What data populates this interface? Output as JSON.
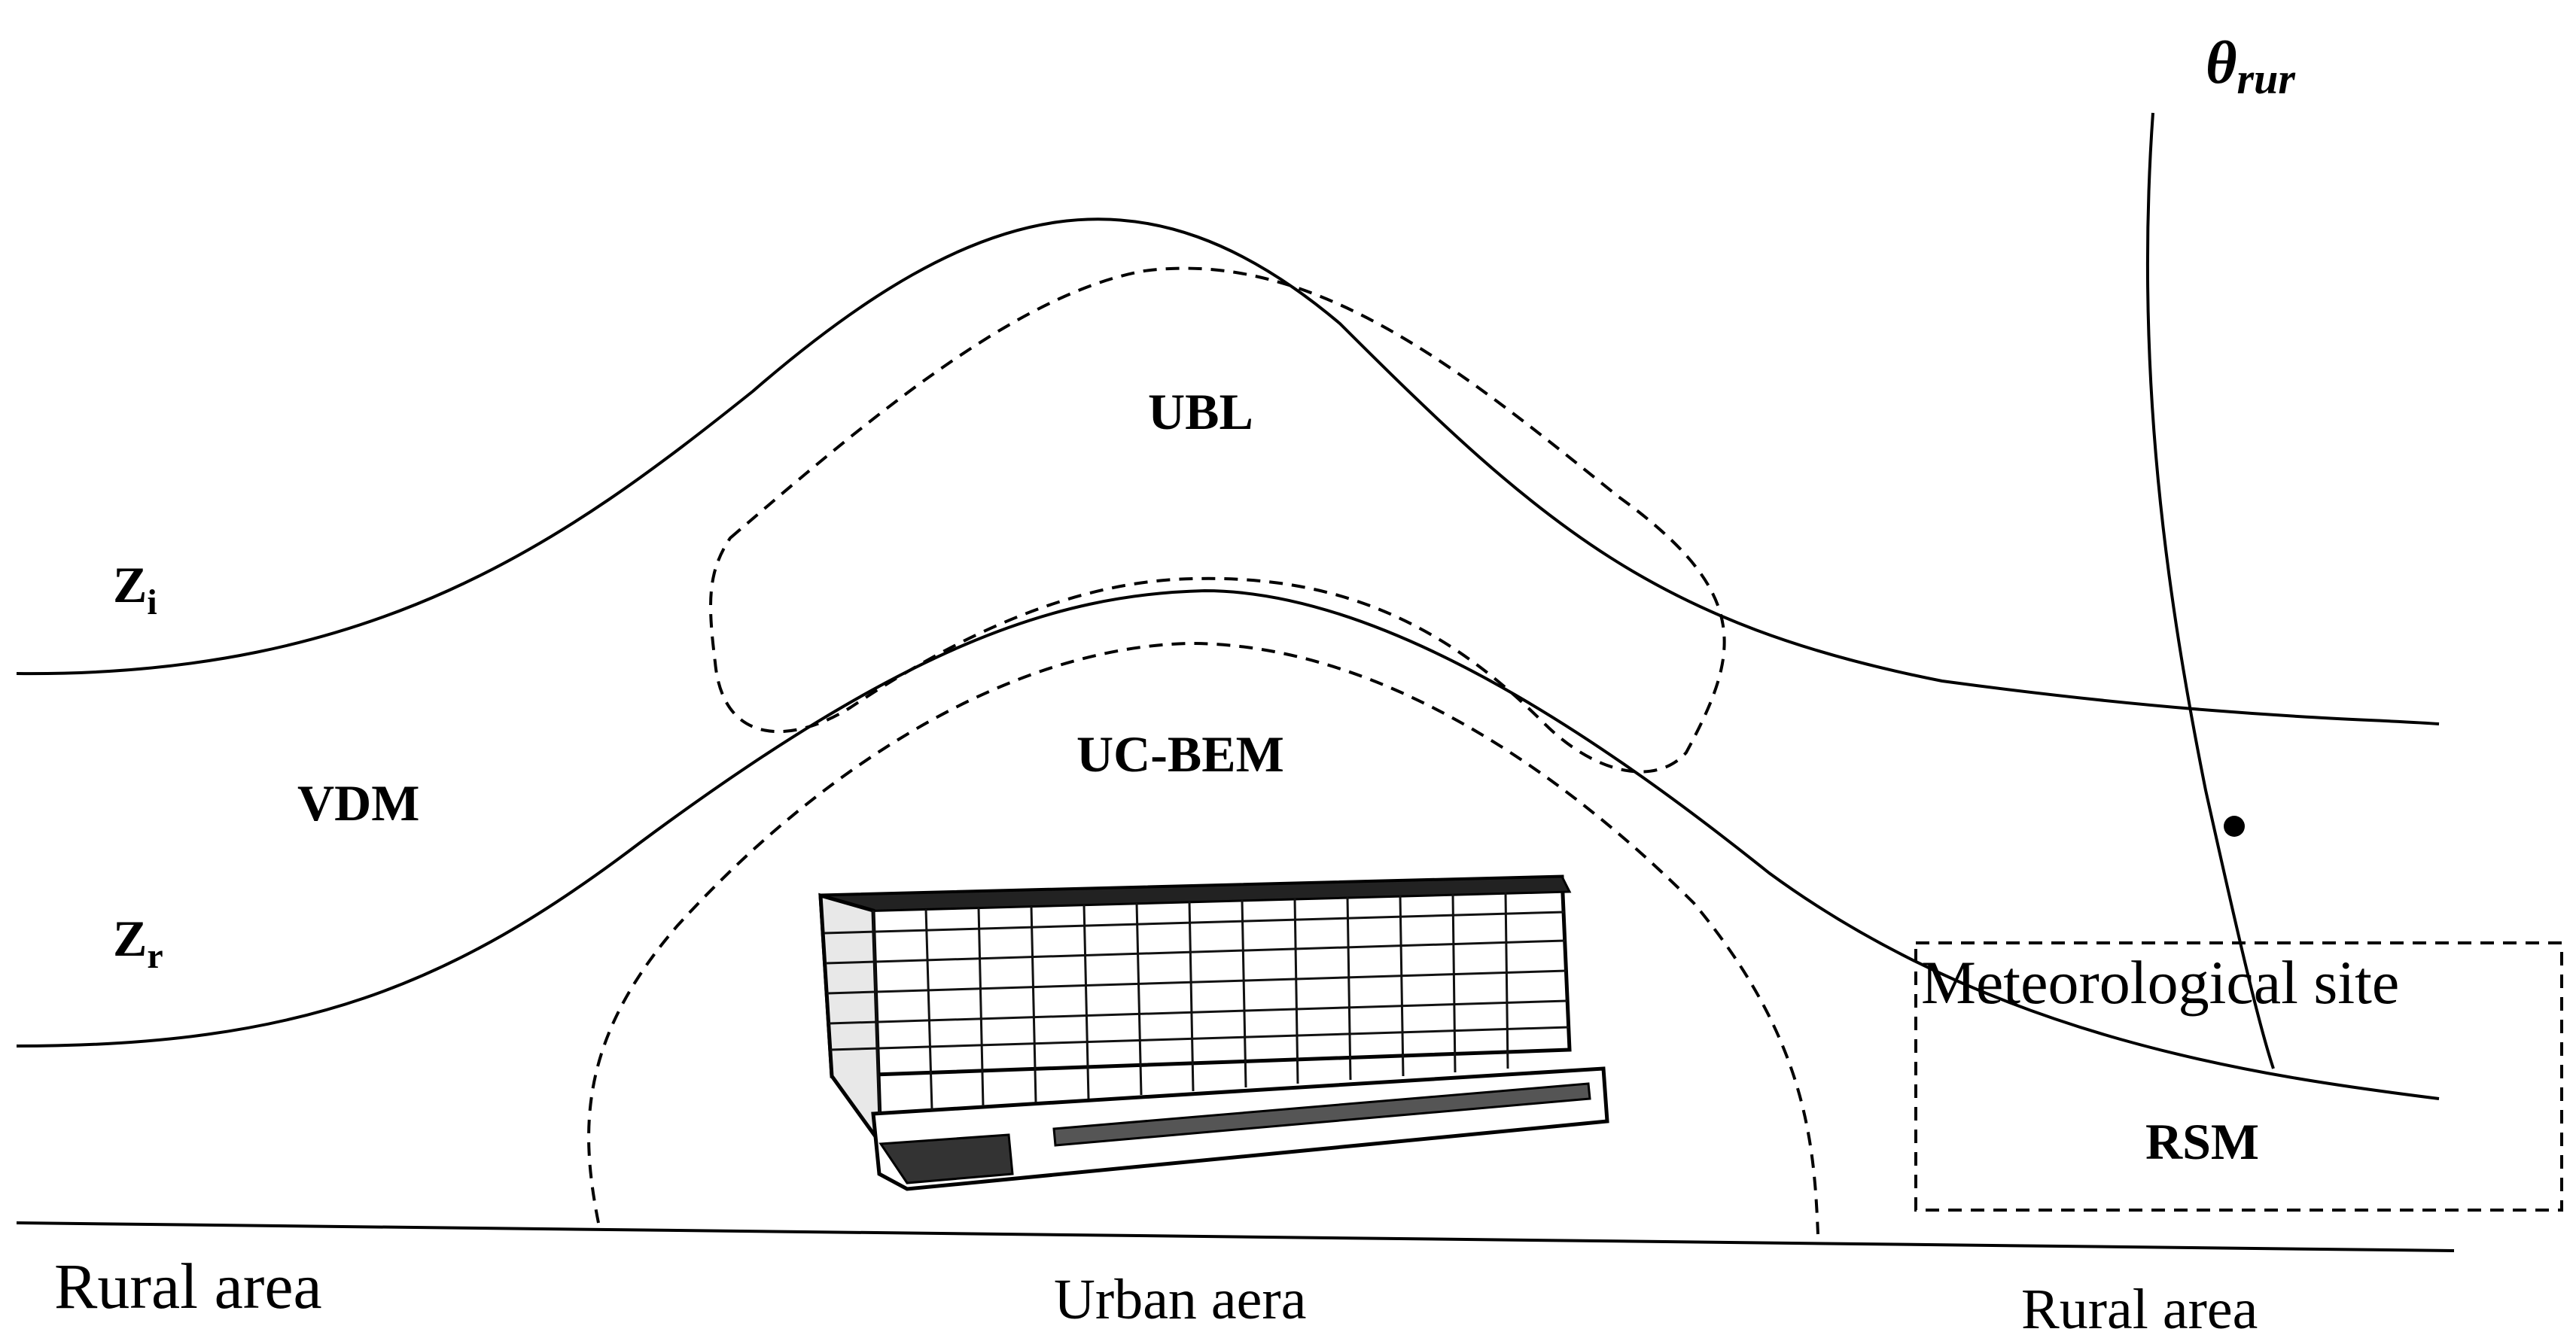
{
  "labels": {
    "theta": "θ",
    "theta_sub": "rur",
    "ubl": "UBL",
    "zi": "Z",
    "zi_sub": "i",
    "vdm": "VDM",
    "uc_bem": "UC-BEM",
    "zr": "Z",
    "zr_sub": "r",
    "met_site": "Meteorological site",
    "rsm": "RSM",
    "rural_left": "Rural area",
    "urban": "Urban aera",
    "rural_right": "Rural area"
  }
}
